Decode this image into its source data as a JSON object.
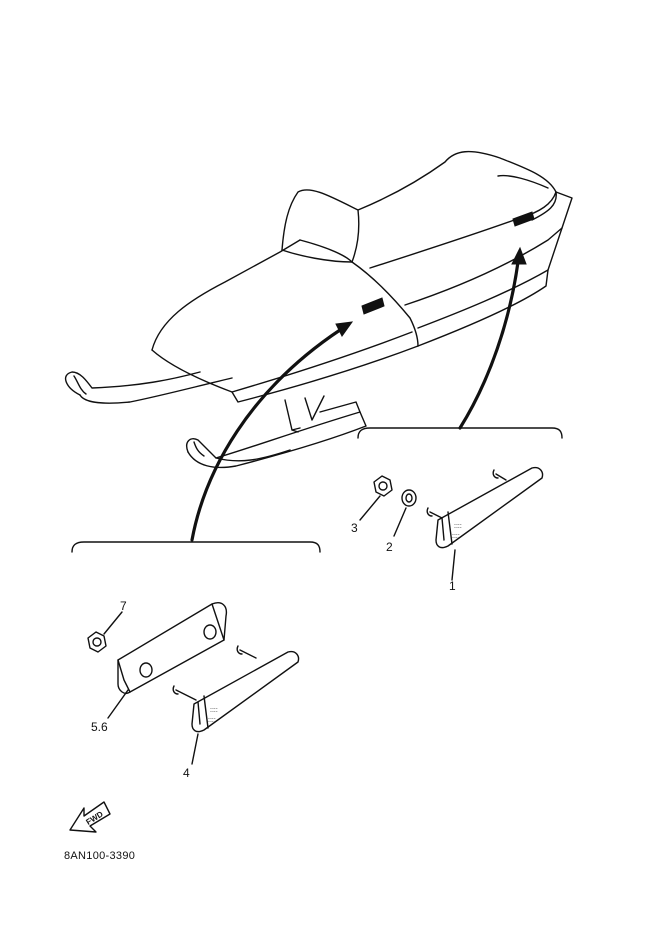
{
  "callouts": {
    "c1": "1",
    "c2": "2",
    "c3": "3",
    "c4": "4",
    "c56": "5.6",
    "c7": "7"
  },
  "fwd_label": "FWD",
  "diagram_code": "8AN100-3390",
  "ink_color": "#111111",
  "icons": [
    "fwd-arrow-icon"
  ]
}
